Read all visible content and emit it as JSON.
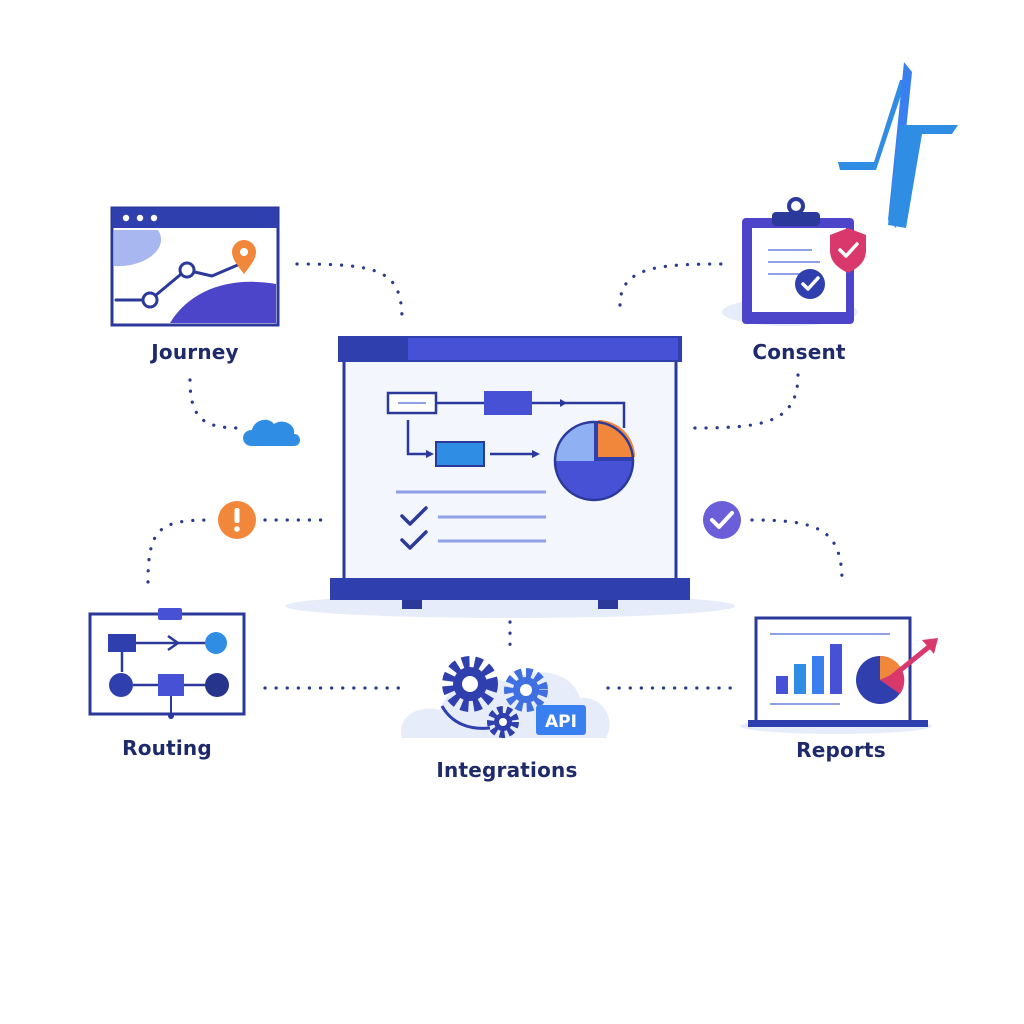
{
  "nodes": {
    "journey": {
      "label": "Journey"
    },
    "consent": {
      "label": "Consent"
    },
    "routing": {
      "label": "Routing"
    },
    "integrations": {
      "label": "Integrations",
      "badge": "API"
    },
    "reports": {
      "label": "Reports"
    }
  },
  "colors": {
    "primary": "#3a44c4",
    "navy": "#26348c",
    "blue": "#2f8de4",
    "orange": "#f0873b",
    "purple": "#6a5fd8",
    "pink": "#d9386d",
    "light": "#e7ecfa"
  },
  "icons": [
    "logo-mark-icon",
    "cloud-icon",
    "alert-icon",
    "check-circle-icon",
    "gear-icon",
    "map-pin-icon",
    "shield-check-icon",
    "pie-chart-icon",
    "bar-chart-icon",
    "arrow-up-right-icon"
  ]
}
